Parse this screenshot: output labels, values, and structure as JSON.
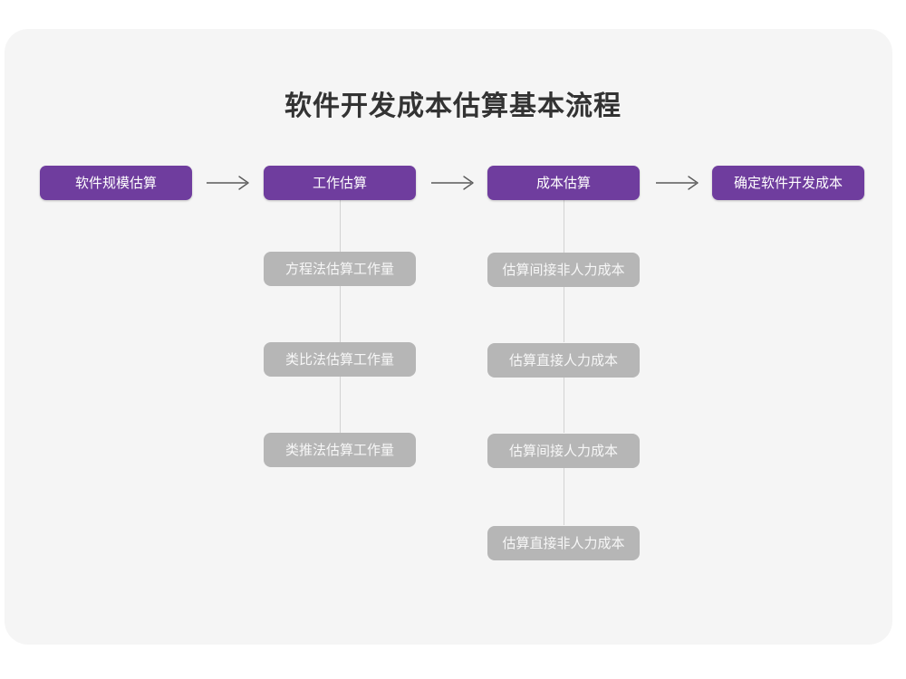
{
  "page": {
    "title": "软件开发成本估算基本流程",
    "background_color": "#ffffff",
    "panel_color": "#f5f5f5"
  },
  "colors": {
    "primary_node": "#6f3d9e",
    "primary_text": "#ffffff",
    "secondary_node": "#b6b6b6",
    "secondary_text": "#f7f7f7",
    "connector": "#d2d2d2",
    "arrow": "#5a5a5a",
    "title_text": "#333333"
  },
  "diagram": {
    "type": "flowchart",
    "orientation": "left-to-right with vertical sub-branches",
    "main_steps": [
      {
        "id": "step-1",
        "label": "软件规模估算"
      },
      {
        "id": "step-2",
        "label": "工作估算"
      },
      {
        "id": "step-3",
        "label": "成本估算"
      },
      {
        "id": "step-4",
        "label": "确定软件开发成本"
      }
    ],
    "arrows": [
      {
        "id": "arrow-1",
        "from": "step-1",
        "to": "step-2",
        "glyph": "arrow-right-icon"
      },
      {
        "id": "arrow-2",
        "from": "step-2",
        "to": "step-3",
        "glyph": "arrow-right-icon"
      },
      {
        "id": "arrow-3",
        "from": "step-3",
        "to": "step-4",
        "glyph": "arrow-right-icon"
      }
    ],
    "branches": [
      {
        "parent": "step-2",
        "parent_label": "工作估算",
        "children": [
          {
            "id": "effort-1",
            "label": "方程法估算工作量"
          },
          {
            "id": "effort-2",
            "label": "类比法估算工作量"
          },
          {
            "id": "effort-3",
            "label": "类推法估算工作量"
          }
        ]
      },
      {
        "parent": "step-3",
        "parent_label": "成本估算",
        "children": [
          {
            "id": "cost-1",
            "label": "估算间接非人力成本"
          },
          {
            "id": "cost-2",
            "label": "估算直接人力成本"
          },
          {
            "id": "cost-3",
            "label": "估算间接人力成本"
          },
          {
            "id": "cost-4",
            "label": "估算直接非人力成本"
          }
        ]
      }
    ]
  }
}
